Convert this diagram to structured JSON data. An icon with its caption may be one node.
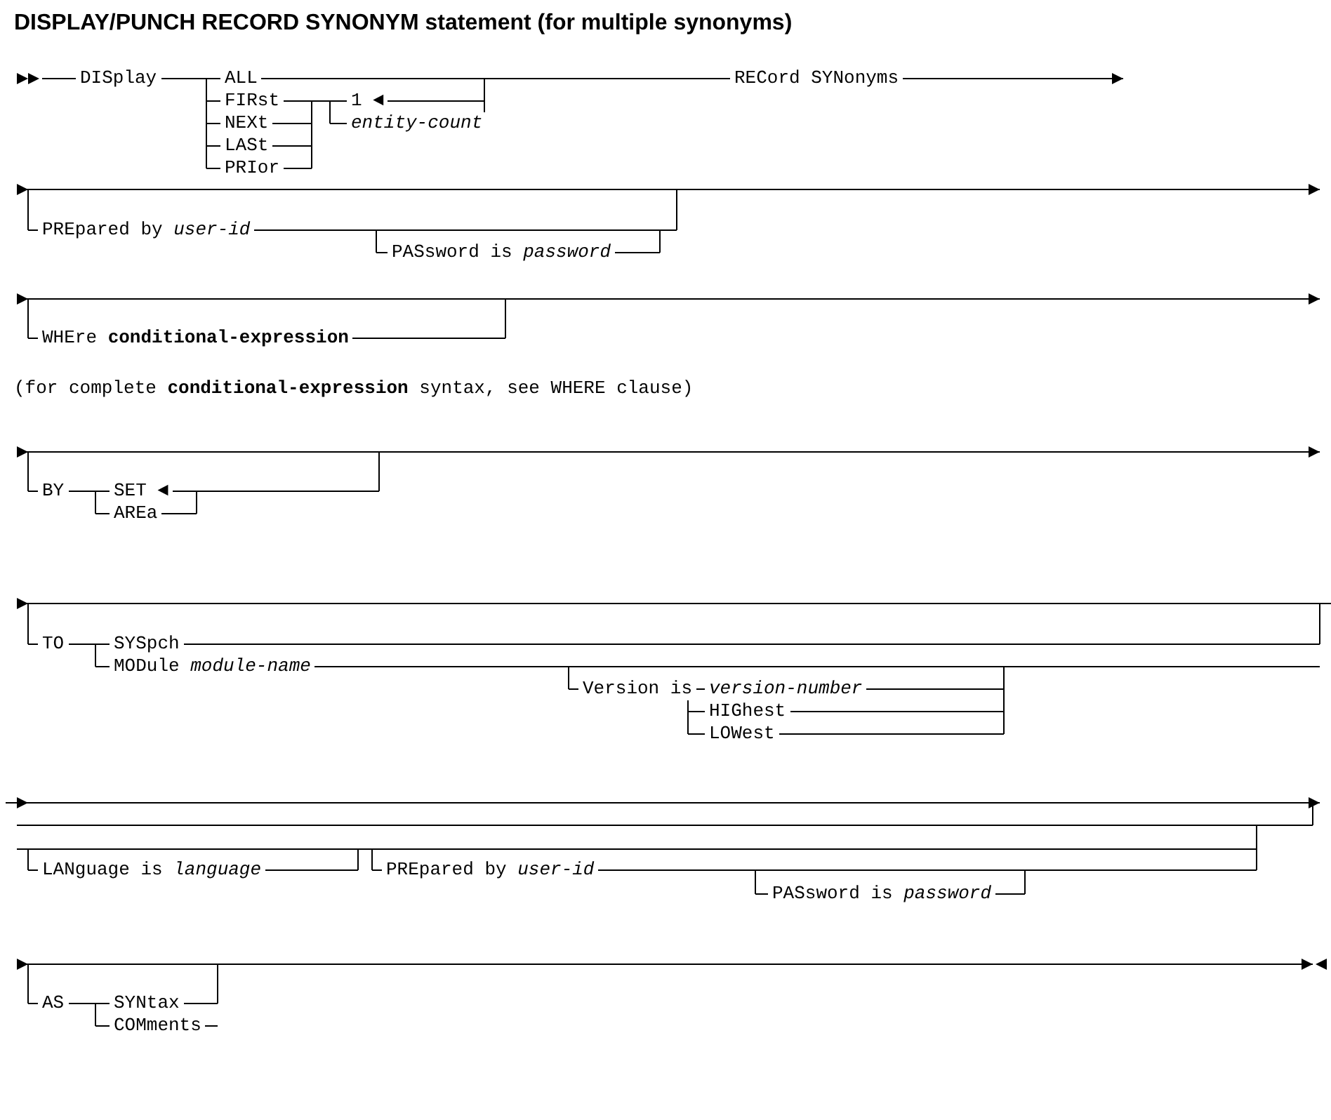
{
  "diagram": {
    "title": "DISPLAY/PUNCH RECORD SYNONYM statement (for multiple synonyms)",
    "labels": [
      "DISplay",
      "ALL",
      "FIRst",
      "NEXt",
      "LASt",
      "PRIor",
      "1 ◄",
      "entity-count",
      "RECord SYNonyms",
      "PREpared by *user-id*",
      "PASsword is *password*",
      "WHEre **conditional-expression**",
      "(for complete **conditional-expression** syntax, see WHERE clause)",
      "BY",
      "SET ◄",
      "AREa",
      "TO",
      "SYSpch",
      "MODule *module-name*",
      "Version is",
      "version-number",
      "HIGhest",
      "LOWest",
      "LANguage is *language*",
      "PREpared by *user-id*",
      "PASsword is *password*",
      "AS",
      "SYNtax",
      "COMments"
    ]
  }
}
